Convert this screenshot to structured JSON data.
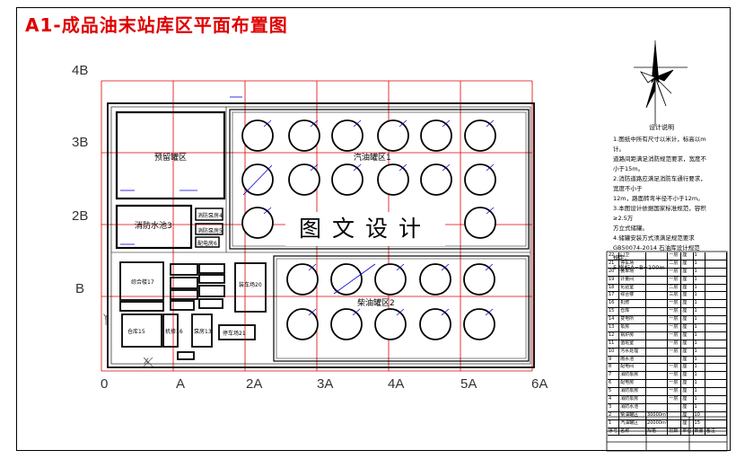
{
  "title": "A1-成品油末站库区平面布置图",
  "watermark": "图文设计",
  "axis_x": [
    "0",
    "A",
    "2A",
    "3A",
    "4A",
    "5A",
    "6A"
  ],
  "axis_y": [
    "4B",
    "3B",
    "2B",
    "B"
  ],
  "areas": {
    "reserve": "预留罐区",
    "gasoline": "汽油罐区1",
    "diesel": "柴油罐区2",
    "fire_pool": "消防水池3",
    "b4": "消防泵房4",
    "b5": "消防泵房5",
    "b6": "配电房6",
    "b17": "综合楼17",
    "b15": "仓库15",
    "b16": "机修16",
    "b13": "泵房13",
    "b20": "装车场20",
    "b21": "停车场21",
    "x_label": "X",
    "y_label": "Y"
  },
  "notes": {
    "title": "设计说明",
    "lines": [
      "1.图纸中所有尺寸以米计，标高以m计。",
      "道路间距满足消防规范要求，宽度不小于15m。",
      "2.消防道路应满足消防车通行要求，宽度不小于",
      "12m，路面转弯半径不小于12m。",
      "3.本图设计依据国家标准规范，容积≥2.5万",
      "方立式储罐。",
      "4.储罐安装方式须满足规范要求",
      "GB50074-2014 石油库设计规范",
      "规定。",
      "5.坐标A=B=100m"
    ]
  },
  "table_rows": [
    [
      "22",
      "门卫",
      "",
      "一层",
      "座",
      "1",
      ""
    ],
    [
      "21",
      "停车场",
      "",
      "二层",
      "座",
      "1",
      ""
    ],
    [
      "20",
      "装车场",
      "",
      "一层",
      "座",
      "1",
      ""
    ],
    [
      "19",
      "计量间",
      "",
      "一层",
      "座",
      "1",
      ""
    ],
    [
      "18",
      "化验室",
      "",
      "二层",
      "座",
      "1",
      ""
    ],
    [
      "17",
      "综合楼",
      "",
      "三层",
      "座",
      "1",
      ""
    ],
    [
      "16",
      "机修",
      "",
      "一层",
      "座",
      "1",
      ""
    ],
    [
      "15",
      "仓库",
      "",
      "一层",
      "座",
      "1",
      ""
    ],
    [
      "14",
      "变电所",
      "",
      "一层",
      "座",
      "1",
      ""
    ],
    [
      "13",
      "泵房",
      "",
      "一层",
      "座",
      "1",
      ""
    ],
    [
      "12",
      "锅炉房",
      "",
      "一层",
      "座",
      "1",
      ""
    ],
    [
      "11",
      "值班室",
      "",
      "一层",
      "座",
      "1",
      ""
    ],
    [
      "10",
      "污水处理",
      "",
      "一层",
      "座",
      "1",
      ""
    ],
    [
      "9",
      "雨水池",
      "",
      "",
      "座",
      "1",
      ""
    ],
    [
      "8",
      "配电间",
      "",
      "一层",
      "座",
      "1",
      ""
    ],
    [
      "7",
      "消防泵房",
      "",
      "一层",
      "座",
      "1",
      ""
    ],
    [
      "6",
      "配电房",
      "",
      "一层",
      "座",
      "1",
      ""
    ],
    [
      "5",
      "消防泵房",
      "",
      "一层",
      "座",
      "1",
      ""
    ],
    [
      "4",
      "消防泵房",
      "",
      "一层",
      "座",
      "1",
      ""
    ],
    [
      "3",
      "消防水池",
      "",
      "",
      "座",
      "1",
      ""
    ],
    [
      "2",
      "柴油罐区",
      "30000m³",
      "",
      "座",
      "10",
      ""
    ],
    [
      "1",
      "汽油罐区",
      "20000m³",
      "",
      "座",
      "15",
      ""
    ],
    [
      "序号",
      "名称",
      "规格",
      "层数",
      "单位",
      "数量",
      "备注"
    ]
  ],
  "colors": {
    "grid": "#e00000",
    "title": "#e00000",
    "annot": "#0000dd",
    "line": "#000000"
  }
}
